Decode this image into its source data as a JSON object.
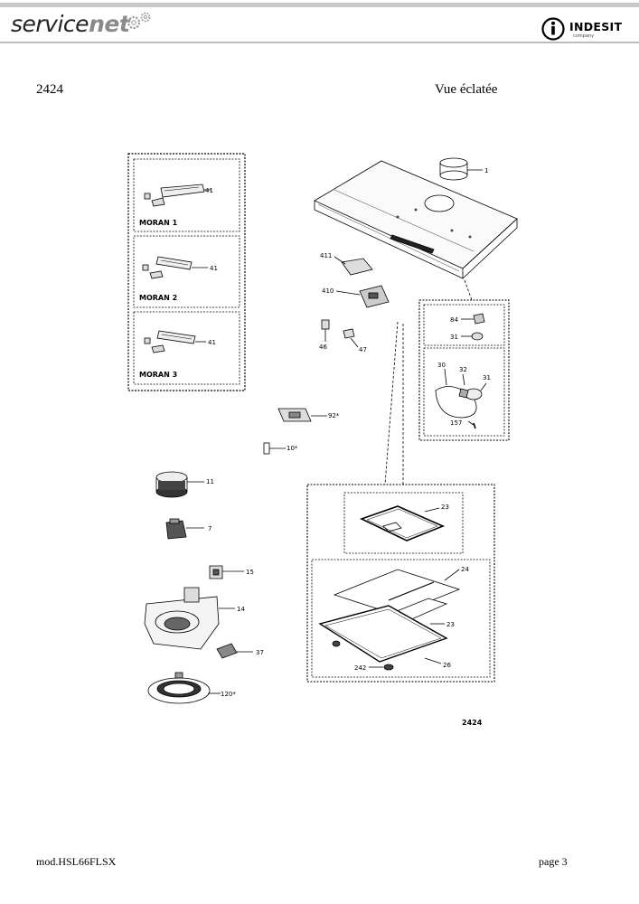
{
  "header": {
    "brand_left_a": "service",
    "brand_left_b": "net",
    "brand_right": "INDESIT",
    "brand_right_sub": "company"
  },
  "doc": {
    "ref": "2424",
    "view_title": "Vue éclatée",
    "diagram_ref": "2424",
    "model": "mod.HSL66FLSX",
    "page": "page 3"
  },
  "panels": {
    "moran1": "MORAN 1",
    "moran2": "MORAN 2",
    "moran3": "MORAN 3"
  },
  "callouts": {
    "p1": "1",
    "p41a": "41",
    "p41b": "41",
    "p41c": "41",
    "p411": "411",
    "p410": "410",
    "p46": "46",
    "p47": "47",
    "p84": "84",
    "p31a": "31",
    "p30": "30",
    "p32": "32",
    "p31b": "31",
    "p157": "157",
    "p92": "92*",
    "p10": "10*",
    "p11": "11",
    "p7": "7",
    "p15": "15",
    "p14": "14",
    "p37": "37",
    "p120": "120*",
    "p23a": "23",
    "p24": "24",
    "p23b": "23",
    "p242": "242",
    "p26": "26"
  }
}
